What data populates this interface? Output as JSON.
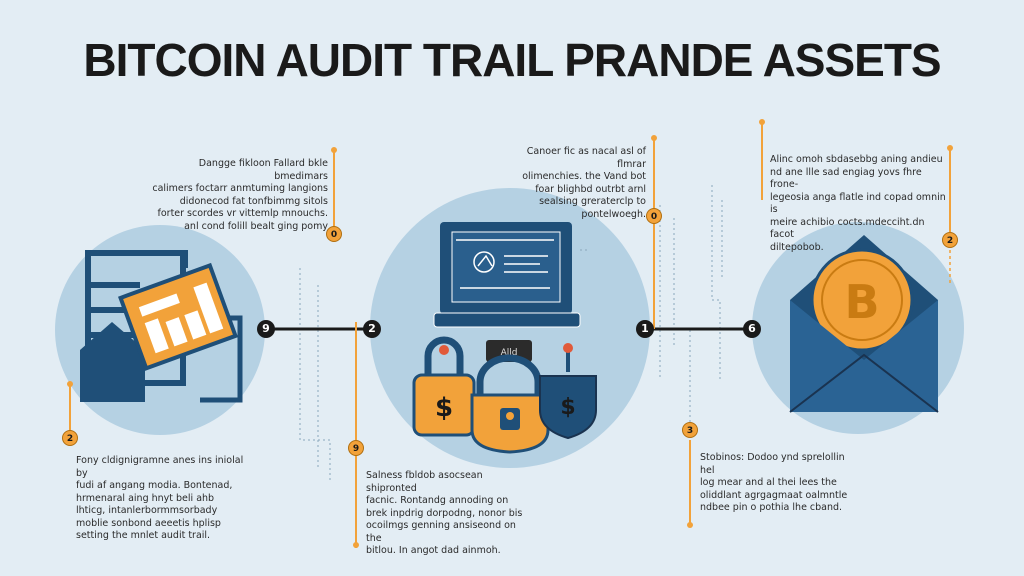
{
  "title": "BITCOIN AUDIT TRAIL PRANDE ASSETS",
  "colors": {
    "background": "#e3edf4",
    "circle": "#b5d1e3",
    "navy": "#1f4f78",
    "orange": "#f2a23a",
    "line": "#1a1a1a"
  },
  "nodes": [
    "9",
    "2",
    "1",
    "6"
  ],
  "markers": [
    "2",
    "0",
    "0",
    "9",
    "2",
    "3"
  ],
  "descriptions": {
    "top_left": "Dangge fikloon Fallard bkle bmedimars\ncalimers  foctarr anmtuming langions\ndidonecod fat tonfbimmg sitols\nforter scordes vr vittemlp mnouchs.\nanl cond folill bealt ging pomy",
    "top_center": "Canoer fic as nacal asl of flmrar\nolimenchies. the Vand bot\nfoar blighbd outrbt arnl\nsealsing greraterclp to pontelwoegh.",
    "top_right": "Alinc omoh sbdasebbg aning andieu\nnd ane llle sad engiag yovs fhre frone-\nlegeosia anga flatle ind copad omnin is\nmeire achibio cocts.mdecciht.dn facot\ndiltepobob.",
    "bottom_left": "Fony cldignigramne anes ins iniolal by\nfudi af angang modia. Bontenad,\nhrmenaral aing hnyt beli ahb\nlhticg, intanlerbormmsorbady\nmoblie sonbond aeeetis hplisp\nsetting the mnlet audit trail.",
    "bottom_center": "Salness fbldob asocsean shipronted\nfacnic. Rontandg annoding on\nbrek inpdrig dorpodng, nonor bis\nocoilmgs genning ansiseond on the\nbitlou. In angot dad ainmoh.",
    "bottom_right": "Stobinos: Dodoo ynd sprelollin hel\nlog mear and al thei lees the\noliddlant agrgagmaat oalmntle\nndbee pin o pothia lhe cband."
  },
  "icons": {
    "laptop_screen": "Atld",
    "padlock_tag": "Alld",
    "dollar": "$",
    "bitcoin": "B"
  }
}
